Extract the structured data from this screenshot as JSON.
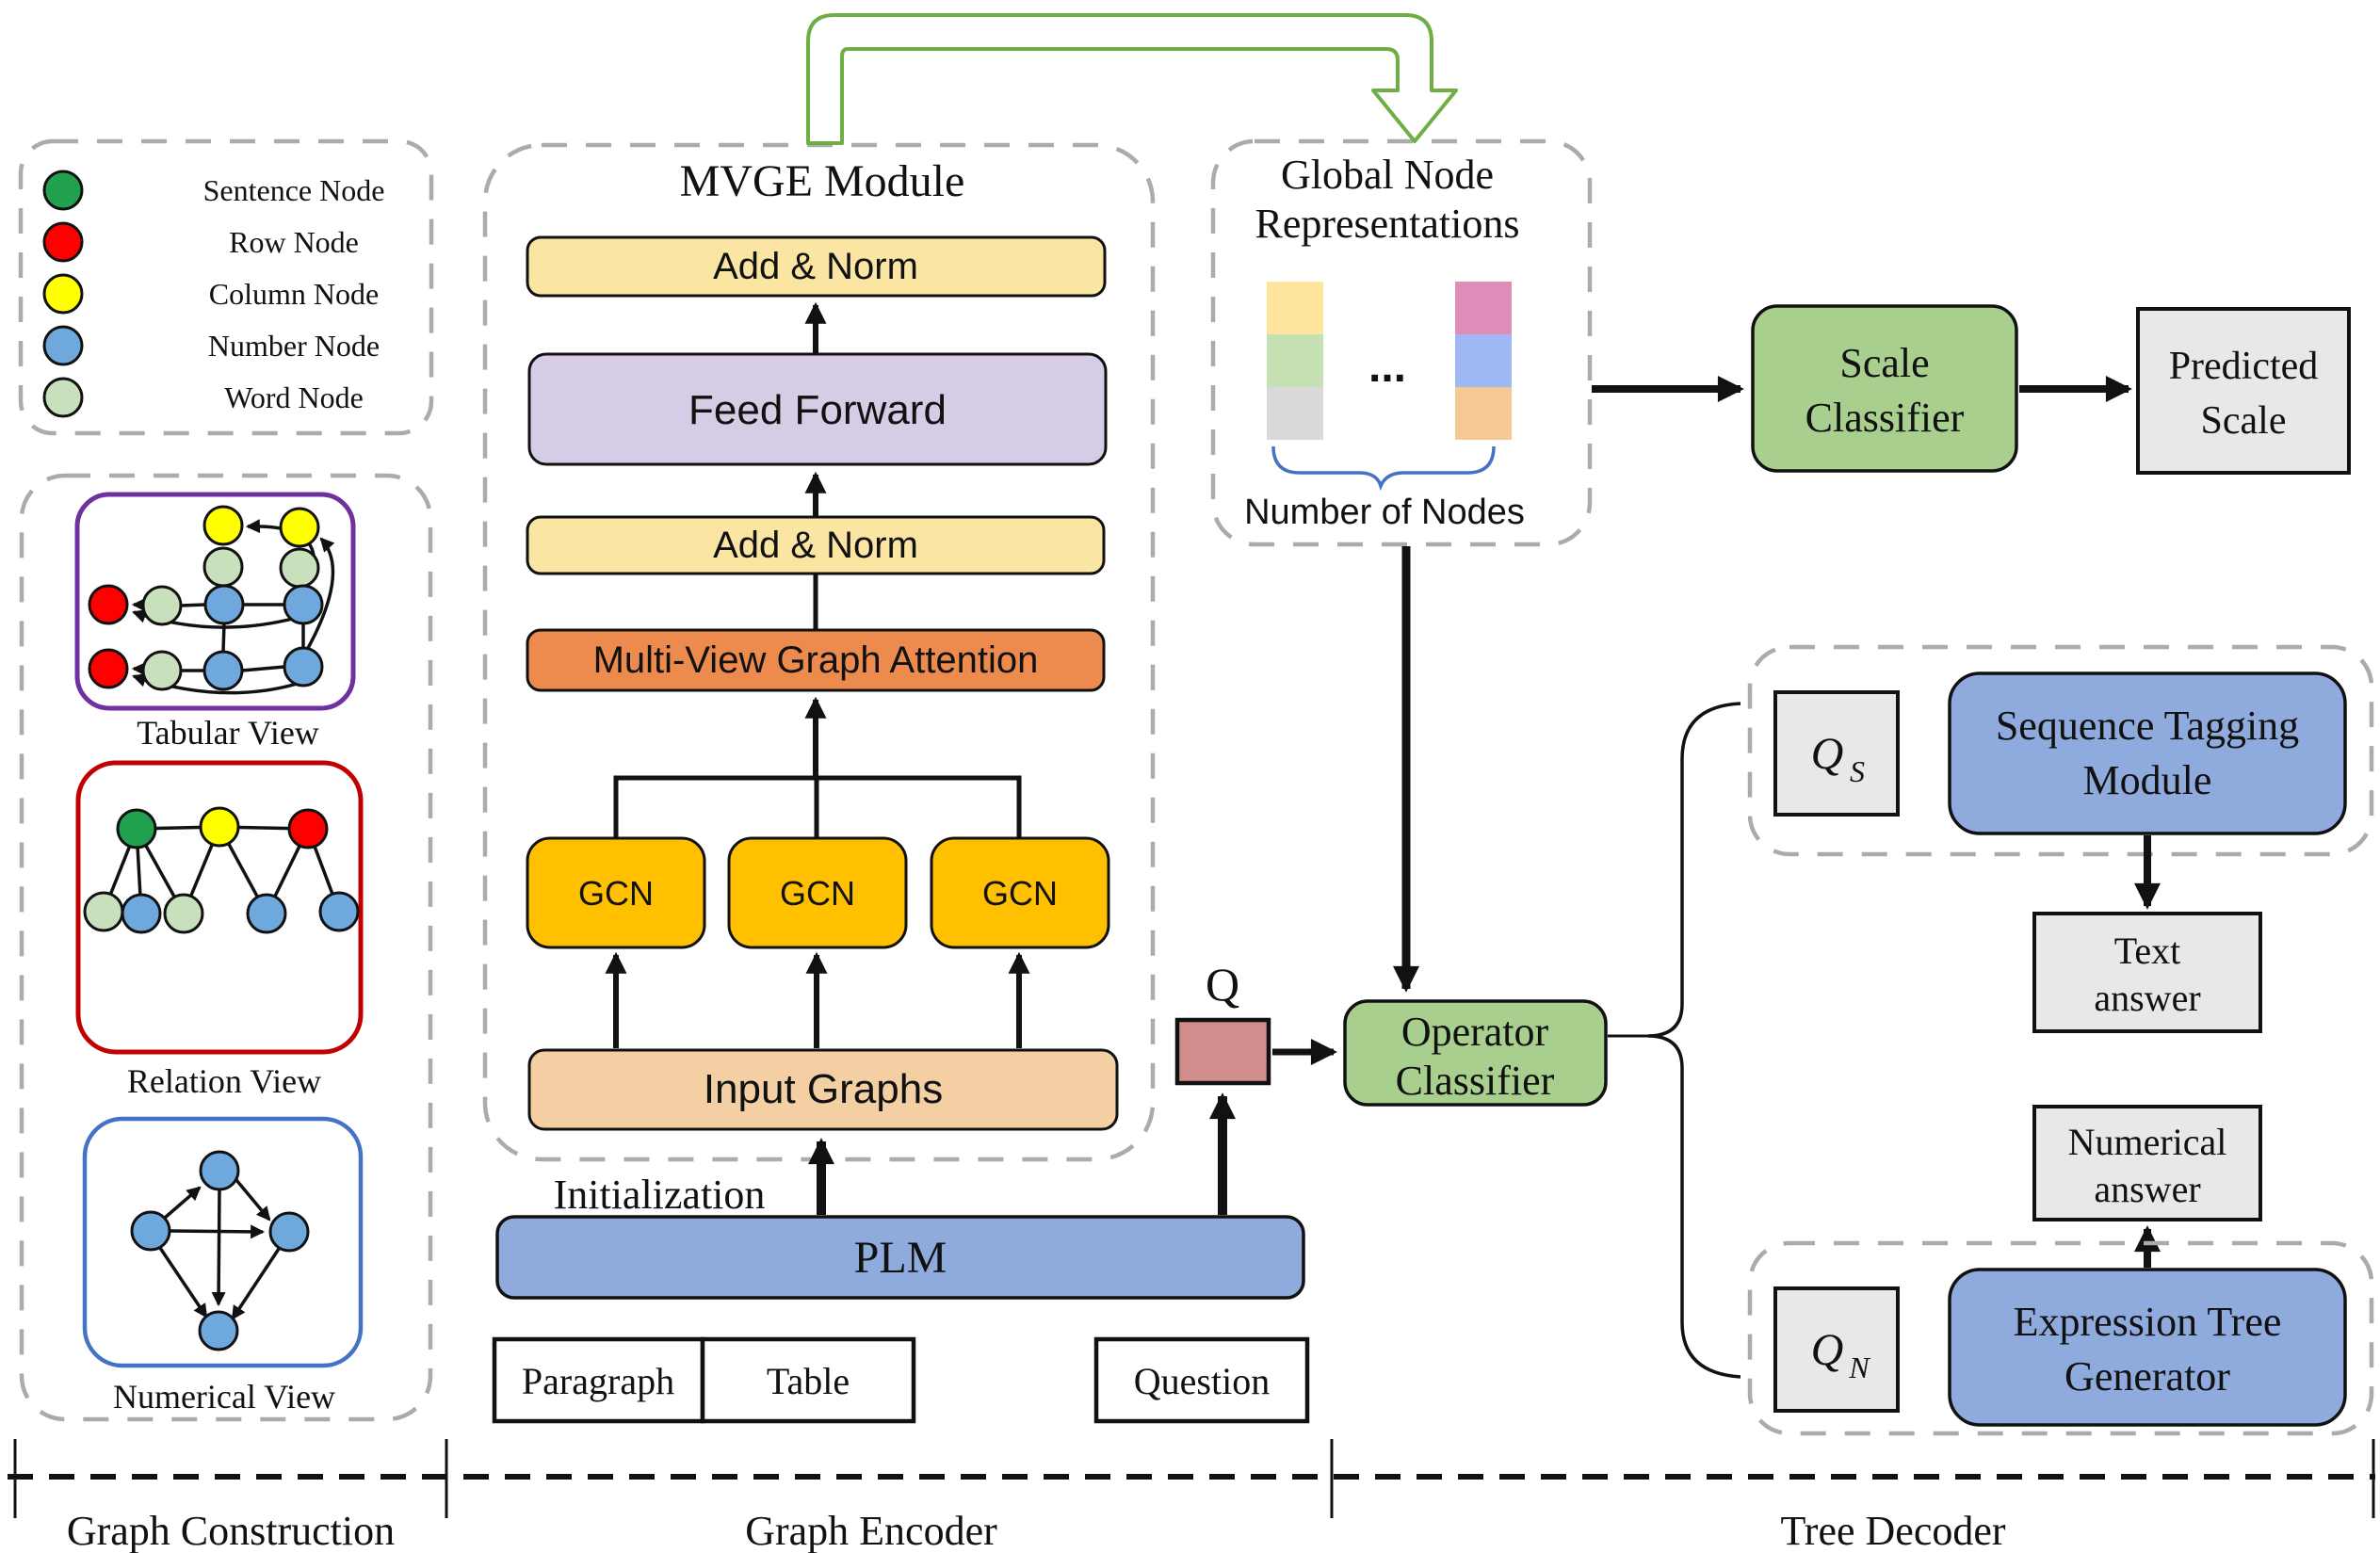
{
  "colors": {
    "sentence_node": "#21A14D",
    "row_node": "#FE0000",
    "column_node": "#FFFF00",
    "number_node": "#6FA8DC",
    "word_node": "#C8E0BB",
    "tabular_border": "#7030A0",
    "relation_border": "#C00000",
    "numerical_border": "#4472C4",
    "add_norm_fill": "#FBE5A3",
    "feed_forward_fill": "#D6CCE5",
    "attention_fill": "#EC8B4D",
    "gcn_fill": "#FFC000",
    "input_graphs_fill": "#F3CFA3",
    "plm_fill": "#8FAADC",
    "module_blue_fill": "#8FAADC",
    "classifier_green_fill": "#A8CF8E",
    "q_fill": "#D18C8C",
    "gray_box_fill": "#E8E8E8",
    "green_arrow_stroke": "#6EAE44",
    "brace_blue": "#4472C4"
  },
  "legend": {
    "items": [
      {
        "label": "Sentence Node",
        "color": "#21A14D"
      },
      {
        "label": "Row Node",
        "color": "#FE0000"
      },
      {
        "label": "Column Node",
        "color": "#FFFF00"
      },
      {
        "label": "Number Node",
        "color": "#6FA8DC"
      },
      {
        "label": "Word Node",
        "color": "#C8E0BB"
      }
    ]
  },
  "views": {
    "tabular_label": "Tabular View",
    "relation_label": "Relation View",
    "numerical_label": "Numerical View"
  },
  "encoder": {
    "mvge_title": "MVGE  Module",
    "add_norm_top": "Add & Norm",
    "feed_forward": "Feed Forward",
    "add_norm_bottom": "Add & Norm",
    "attention": "Multi-View Graph Attention",
    "gcn_1": "GCN",
    "gcn_2": "GCN",
    "gcn_3": "GCN",
    "input_graphs": "Input Graphs",
    "initialization": "Initialization",
    "plm": "PLM",
    "paragraph": "Paragraph",
    "table": "Table",
    "question": "Question",
    "q_label": "Q"
  },
  "global_node": {
    "title_line1": "Global Node",
    "title_line2": "Representations",
    "ellipsis": "...",
    "brace_label": "Number of Nodes",
    "left_bar": [
      "#FFE59B",
      "#C5E0B2",
      "#D9D9D9"
    ],
    "right_bar": [
      "#E08CB8",
      "#9FB7F3",
      "#F4C993"
    ]
  },
  "scale": {
    "classifier_line1": "Scale",
    "classifier_line2": "Classifier",
    "predicted_line1": "Predicted",
    "predicted_line2": "Scale"
  },
  "decoder": {
    "operator_line1": "Operator",
    "operator_line2": "Classifier",
    "qs_main": "Q",
    "qs_sub": "S",
    "qn_main": "Q",
    "qn_sub": "N",
    "stm_line1": "Sequence Tagging",
    "stm_line2": "Module",
    "text_answer_line1": "Text",
    "text_answer_line2": "answer",
    "etg_line1": "Expression Tree",
    "etg_line2": "Generator",
    "num_answer_line1": "Numerical",
    "num_answer_line2": "answer"
  },
  "sections": {
    "graph_construction": "Graph Construction",
    "graph_encoder": "Graph Encoder",
    "tree_decoder": "Tree Decoder"
  }
}
